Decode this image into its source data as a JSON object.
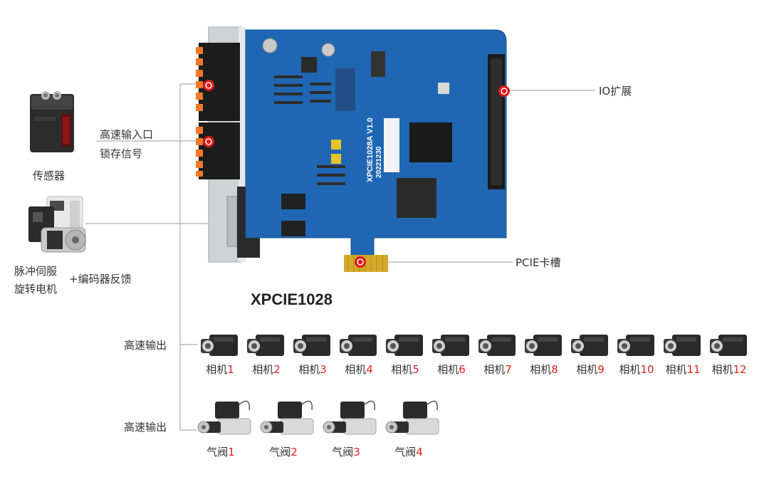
{
  "product_name": "XPCIE1028",
  "board": {
    "silk_model": "XPCIE1028A V1.0",
    "silk_date": "20221230"
  },
  "left_labels": {
    "input_line1": "高速输入口",
    "input_line2": "锁存信号",
    "sensor": "传感器",
    "servo_line1": "脉冲伺服",
    "servo_line2": "旋转电机",
    "encoder": "+编码器反馈"
  },
  "right_labels": {
    "io": "IO扩展",
    "pcie": "PCIE卡槽"
  },
  "output_rows": {
    "cameras_label": "高速输出",
    "valves_label": "高速输出"
  },
  "cameras": [
    {
      "name": "相机",
      "num": "1"
    },
    {
      "name": "相机",
      "num": "2"
    },
    {
      "name": "相机",
      "num": "3"
    },
    {
      "name": "相机",
      "num": "4"
    },
    {
      "name": "相机",
      "num": "5"
    },
    {
      "name": "相机",
      "num": "6"
    },
    {
      "name": "相机",
      "num": "7"
    },
    {
      "name": "相机",
      "num": "8"
    },
    {
      "name": "相机",
      "num": "9"
    },
    {
      "name": "相机",
      "num": "10"
    },
    {
      "name": "相机",
      "num": "11"
    },
    {
      "name": "相机",
      "num": "12"
    }
  ],
  "valves": [
    {
      "name": "气阀",
      "num": "1"
    },
    {
      "name": "气阀",
      "num": "2"
    },
    {
      "name": "气阀",
      "num": "3"
    },
    {
      "name": "气阀",
      "num": "4"
    }
  ],
  "colors": {
    "pcb": "#1f67b3",
    "connector": "#f07a2a",
    "marker": "#e01818",
    "number": "#e02020"
  }
}
